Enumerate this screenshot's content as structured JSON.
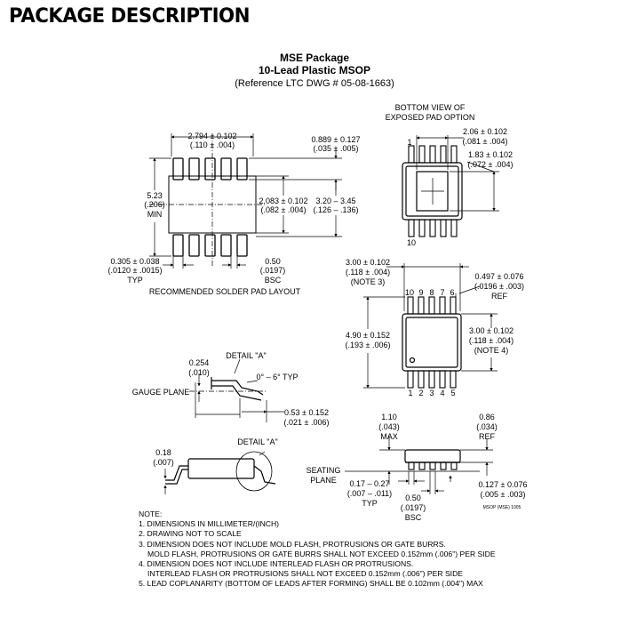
{
  "heading": "PACKAGE DESCRIPTION",
  "package": {
    "name": "MSE Package",
    "subtitle": "10-Lead Plastic MSOP",
    "reference": "(Reference LTC DWG # 05-08-1663)"
  },
  "solder_pad_layout": {
    "label": "RECOMMENDED SOLDER PAD LAYOUT",
    "dim_top_a": "2.794 ± 0.102",
    "dim_top_b": "(.110 ± .004)",
    "dim_right_top_a": "0.889 ± 0.127",
    "dim_right_top_b": "(.035 ± .005)",
    "dim_left_a": "5.23",
    "dim_left_b": "(.206)",
    "dim_left_c": "MIN",
    "dim_mid_a": "2.083 ± 0.102",
    "dim_mid_b": "(.082 ± .004)",
    "dim_right_a": "3.20 – 3.45",
    "dim_right_b": "(.126 – .136)",
    "dim_bot_left_a": "0.305 ± 0.038",
    "dim_bot_left_b": "(.0120 ± .0015)",
    "dim_bot_left_c": "TYP",
    "dim_bot_right_a": "0.50",
    "dim_bot_right_b": "(.0197)",
    "dim_bot_right_c": "BSC"
  },
  "bottom_view": {
    "label_a": "BOTTOM VIEW OF",
    "label_b": "EXPOSED PAD OPTION",
    "dim_a1": "2.06 ± 0.102",
    "dim_a2": "(.081 ± .004)",
    "dim_b1": "1.83 ± 0.102",
    "dim_b2": "(.072 ± .004)",
    "pin_1": "1",
    "pin_10": "10"
  },
  "top_view": {
    "dim_w1": "3.00 ± 0.102",
    "dim_w2": "(.118 ± .004)",
    "dim_w3": "(NOTE 3)",
    "dim_ref1": "0.497 ± 0.076",
    "dim_ref2": "(.0196 ± .003)",
    "dim_ref3": "REF",
    "dim_h1": "4.90 ± 0.152",
    "dim_h2": "(.193 ± .006)",
    "dim_r1": "3.00 ± 0.102",
    "dim_r2": "(.118 ± .004)",
    "dim_r3": "(NOTE 4)",
    "pins_top": [
      "10",
      "9",
      "8",
      "7",
      "6"
    ],
    "pins_bottom": [
      "1",
      "2",
      "3",
      "4",
      "5"
    ]
  },
  "detail_a": {
    "label": "DETAIL \"A\"",
    "dim_a": "0.254",
    "dim_b": "(.010)",
    "angle": "0° – 6° TYP",
    "gauge_plane": "GAUGE PLANE",
    "dim_c": "0.53 ± 0.152",
    "dim_d": "(.021 ± .006)"
  },
  "side_view_small": {
    "dim_a": "0.18",
    "dim_b": "(.007)",
    "detail_label": "DETAIL \"A\""
  },
  "side_view": {
    "dim_h1": "1.10",
    "dim_h2": "(.043)",
    "dim_h3": "MAX",
    "dim_ref1": "0.86",
    "dim_ref2": "(.034)",
    "dim_ref3": "REF",
    "seating_a": "SEATING",
    "seating_b": "PLANE",
    "dim_l1": "0.17 – 0.27",
    "dim_l2": "(.007 – .011)",
    "dim_l3": "TYP",
    "dim_p1": "0.50",
    "dim_p2": "(.0197)",
    "dim_p3": "BSC",
    "dim_s1": "0.127 ± 0.076",
    "dim_s2": "(.005 ± .003)",
    "code": "MSOP (MSE) 1005"
  },
  "notes": {
    "title": "NOTE:",
    "lines": [
      "1. DIMENSIONS IN MILLIMETER/(INCH)",
      "2. DRAWING NOT TO SCALE",
      "3. DIMENSION DOES NOT INCLUDE MOLD FLASH, PROTRUSIONS OR GATE BURRS.",
      "    MOLD FLASH, PROTRUSIONS OR GATE BURRS SHALL NOT EXCEED 0.152mm (.006\") PER SIDE",
      "4. DIMENSION DOES NOT INCLUDE INTERLEAD FLASH OR PROTRUSIONS.",
      "    INTERLEAD FLASH OR PROTRUSIONS SHALL NOT EXCEED 0.152mm (.006\") PER SIDE",
      "5. LEAD COPLANARITY (BOTTOM OF LEADS AFTER FORMING) SHALL BE 0.102mm (.004\") MAX"
    ]
  }
}
